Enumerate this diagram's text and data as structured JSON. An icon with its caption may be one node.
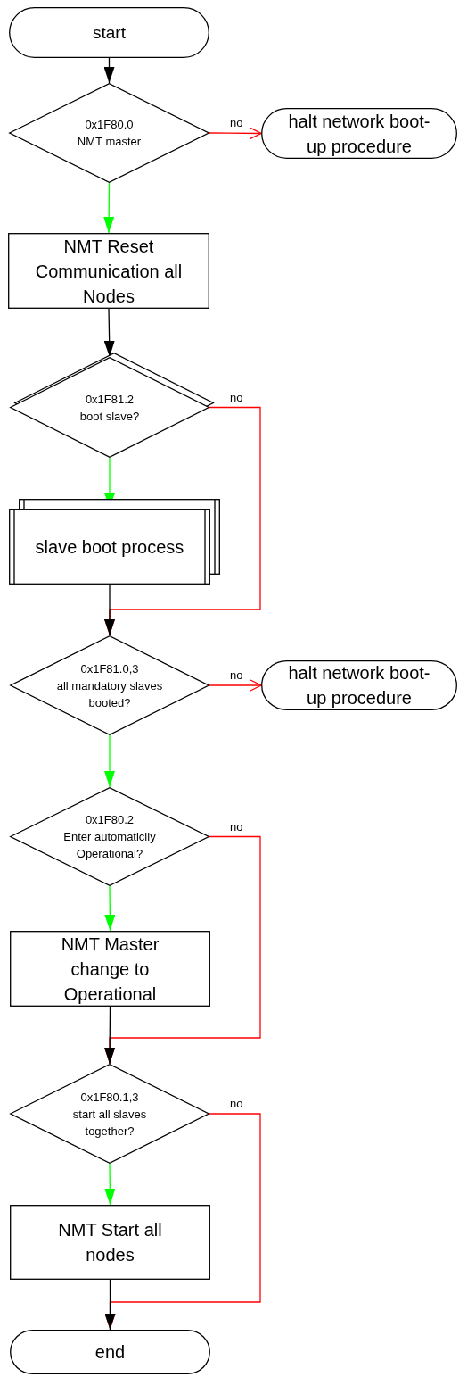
{
  "diagram": {
    "nodes": [
      {
        "text": [
          "start"
        ]
      },
      {
        "text": [
          "0x1F80.0",
          "NMT master"
        ]
      },
      {
        "text": [
          "halt network boot-up procedure"
        ]
      },
      {
        "text": [
          "NMT Reset Communication all Nodes"
        ]
      },
      {
        "text": [
          "0x1F81.2",
          "boot slave?"
        ]
      },
      {
        "text": [
          "slave boot process"
        ]
      },
      {
        "text": [
          "0x1F81.0,3",
          "all mandatory slaves booted?"
        ]
      },
      {
        "text": [
          "halt network boot-up procedure"
        ]
      },
      {
        "text": [
          "0x1F80.2",
          "Enter automaticlly Operational?"
        ]
      },
      {
        "text": [
          "NMT Master change to Operational"
        ]
      },
      {
        "text": [
          "0x1F80.1,3",
          "start all slaves together?"
        ]
      },
      {
        "text": [
          "NMT Start all nodes"
        ]
      },
      {
        "text": [
          "end"
        ]
      }
    ],
    "edges": [
      {
        "from": 0,
        "to": 1,
        "arrow": "to",
        "color": "#000000"
      },
      {
        "from": 1,
        "to": 2,
        "arrow": "to",
        "label": "no",
        "color": "#ff0000"
      },
      {
        "from": 1,
        "to": 3,
        "arrow": "to",
        "color": "#00ff00"
      },
      {
        "from": 3,
        "to": 4,
        "arrow": "to",
        "color": "#000000"
      },
      {
        "from": 4,
        "to": 5,
        "arrow": "to",
        "color": "#00ff00"
      },
      {
        "from": 4,
        "to": 6,
        "arrow": "to",
        "label": "no",
        "color": "#ff0000"
      },
      {
        "from": 5,
        "to": 6,
        "arrow": "to",
        "color": "#000000"
      },
      {
        "from": 6,
        "to": 7,
        "arrow": "to",
        "label": "no",
        "color": "#ff0000"
      },
      {
        "from": 6,
        "to": 8,
        "arrow": "to",
        "color": "#00ff00"
      },
      {
        "from": 8,
        "to": 9,
        "arrow": "to",
        "color": "#00ff00"
      },
      {
        "from": 8,
        "to": 10,
        "arrow": "to",
        "label": "no",
        "color": "#ff0000"
      },
      {
        "from": 9,
        "to": 10,
        "arrow": "to",
        "color": "#000000"
      },
      {
        "from": 10,
        "to": 11,
        "arrow": "to",
        "color": "#00ff00"
      },
      {
        "from": 10,
        "to": 12,
        "arrow": "to",
        "label": "no",
        "color": "#ff0000"
      },
      {
        "from": 11,
        "to": 12,
        "arrow": "to",
        "color": "#000000"
      }
    ]
  }
}
